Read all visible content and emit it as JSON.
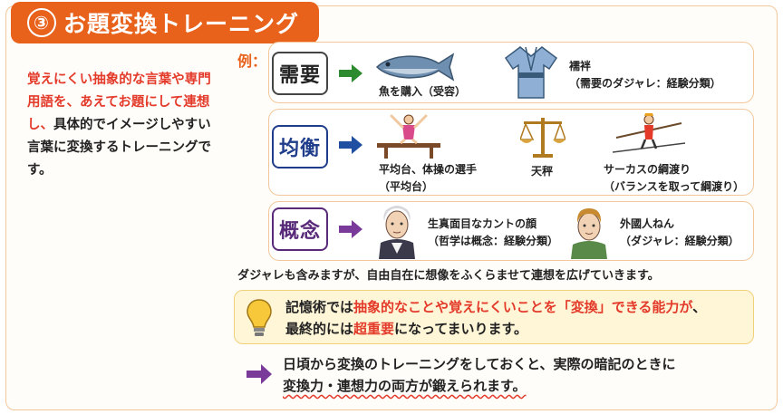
{
  "title": {
    "number": "③",
    "text": "お題変換トレーニング"
  },
  "intro": {
    "red_part": "覚えにくい抽象的な言葉や専門用語を、あえてお題にして連想し、",
    "black_part": "具体的でイメージしやすい言葉に変換するトレーニングです。"
  },
  "example_label": "例：",
  "rows": [
    {
      "keyword": "需要",
      "keyword_color": "#222222",
      "arrow_color": "#2e8a2e",
      "items": [
        {
          "caption_line1": "魚を購入（受容）",
          "caption_line2": "",
          "icon": "fish-icon"
        },
        {
          "caption_line1": "襦袢",
          "caption_line2": "（需要のダジャレ：経験分類）",
          "icon": "kimono-icon"
        }
      ]
    },
    {
      "keyword": "均衡",
      "keyword_color": "#1f3d8a",
      "arrow_color": "#1f4fa0",
      "items": [
        {
          "caption_line1": "平均台、体操の選手",
          "caption_line2": "（平均台）",
          "icon": "gymnast-icon"
        },
        {
          "caption_line1": "天秤",
          "caption_line2": "",
          "icon": "scale-icon"
        },
        {
          "caption_line1": "サーカスの綱渡り",
          "caption_line2": "（バランスを取って綱渡り）",
          "icon": "tightrope-icon"
        }
      ]
    },
    {
      "keyword": "概念",
      "keyword_color": "#5a2a7a",
      "arrow_color": "#7a3a9a",
      "items": [
        {
          "caption_line1": "生真面目なカントの顔",
          "caption_line2": "（哲学は概念：経験分類）",
          "icon": "kant-portrait-icon"
        },
        {
          "caption_line1": "外國人ねん",
          "caption_line2": "（ダジャレ：経験分類）",
          "icon": "foreigner-icon"
        }
      ]
    }
  ],
  "note": "ダジャレも含みますが、自由自在に想像をふくらませて連想を広げていきます。",
  "tip": {
    "line1_a": "記憶術では",
    "line1_red": "抽象的なことや覚えにくいことを「変換」できる能力が",
    "line1_b": "、",
    "line2_a": "最終的には",
    "line2_red": "超重要",
    "line2_b": "になってまいります。",
    "icon": "lightbulb-icon"
  },
  "tip2": {
    "line1": "日頃から変換のトレーニングをしておくと、実際の暗記のときに",
    "line2": "変換力・連想力の両方が鍛えられます。",
    "icon": "arrow-right-icon"
  }
}
